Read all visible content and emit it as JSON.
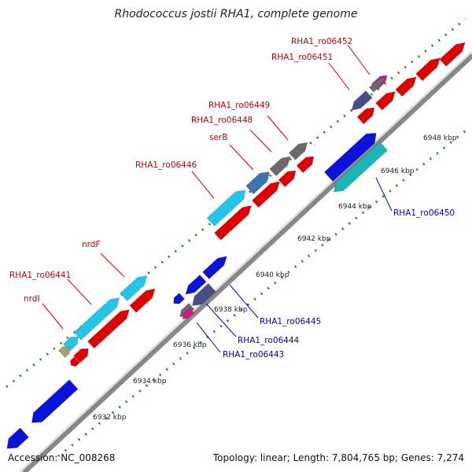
{
  "header": {
    "title": "Rhodococcus jostii RHA1, complete genome"
  },
  "footer": {
    "accession": "Accession: NC_008268",
    "topology": "Topology: linear; Length: 7,804,765 bp; Genes: 7,274"
  },
  "colors": {
    "forward_gene": "#e00000",
    "reverse_gene": "#0a14d8",
    "cyan_gene": "#22c6e8",
    "teal_gene": "#18b8b8",
    "slate_gene": "#4a4c8c",
    "gray_gene": "#6a6a6a",
    "steel_gene": "#3c74b0",
    "magenta_gene": "#e0108c",
    "olive_gene": "#a8a070",
    "axis_dots": "#1f8a1f",
    "red_label": "#cc0000",
    "blue_label": "#0000cc"
  },
  "ticks": [
    {
      "label": "6932 kbp"
    },
    {
      "label": "6934 kbp"
    },
    {
      "label": "6936 kbp"
    },
    {
      "label": "6938 kbp"
    },
    {
      "label": "6940 kbp"
    },
    {
      "label": "6942 kbp"
    },
    {
      "label": "6944 kbp"
    },
    {
      "label": "6946 kbp"
    },
    {
      "label": "6948 kbp"
    }
  ],
  "gene_labels": {
    "red": [
      {
        "name": "RHA1_ro06452"
      },
      {
        "name": "RHA1_ro06451"
      },
      {
        "name": "RHA1_ro06449"
      },
      {
        "name": "RHA1_ro06448"
      },
      {
        "name": "serB"
      },
      {
        "name": "RHA1_ro06446"
      },
      {
        "name": "nrdF"
      },
      {
        "name": "RHA1_ro06441"
      },
      {
        "name": "nrdI"
      }
    ],
    "blue": [
      {
        "name": "RHA1_ro06450"
      },
      {
        "name": "RHA1_ro06445"
      },
      {
        "name": "RHA1_ro06444"
      },
      {
        "name": "RHA1_ro06443"
      }
    ]
  }
}
